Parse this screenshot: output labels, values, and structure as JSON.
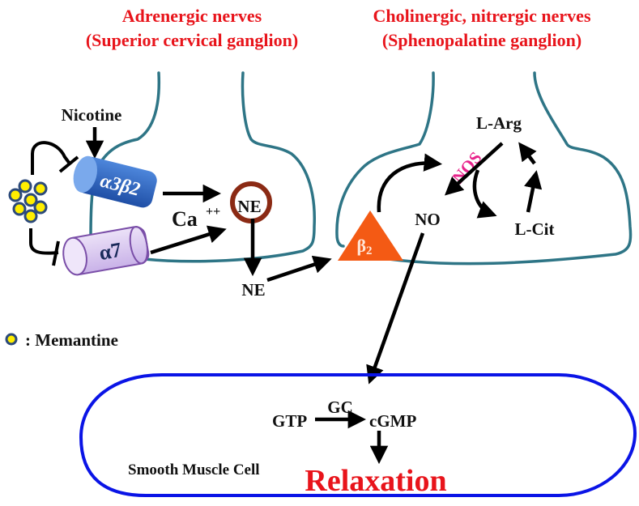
{
  "titles": {
    "adrenergic_line1": "Adrenergic nerves",
    "adrenergic_line2": "(Superior cervical ganglion)",
    "cholinergic_line1": "Cholinergic, nitrergic nerves",
    "cholinergic_line2": "(Sphenopalatine ganglion)"
  },
  "labels": {
    "nicotine": "Nicotine",
    "receptor_a3b2": "α3β2",
    "receptor_a7": "α7",
    "calcium": "Ca",
    "calcium_charge": "++",
    "ne_vesicle": "NE",
    "ne_released": "NE",
    "beta2_base": "β",
    "beta2_sub": "2",
    "nos": "NOS",
    "l_arg": "L-Arg",
    "l_cit": "L-Cit",
    "no": "NO",
    "gtp": "GTP",
    "gc": "GC",
    "cgmp": "cGMP",
    "smooth_muscle_cell": "Smooth Muscle Cell",
    "relaxation": "Relaxation"
  },
  "legend": {
    "symbol": "memantine-bead",
    "text": ": Memantine"
  },
  "colors": {
    "title_red": "#e8141b",
    "neuron_teal": "#2e7586",
    "vesicle_brown": "#8b2a14",
    "beta2_orange": "#f45a14",
    "nos_magenta": "#e8248c",
    "cell_blue": "#0a14e6",
    "memantine_yellow": "#ffee00",
    "receptor_blue": "#2f66c4",
    "receptor_purple": "#d9c8f0"
  }
}
